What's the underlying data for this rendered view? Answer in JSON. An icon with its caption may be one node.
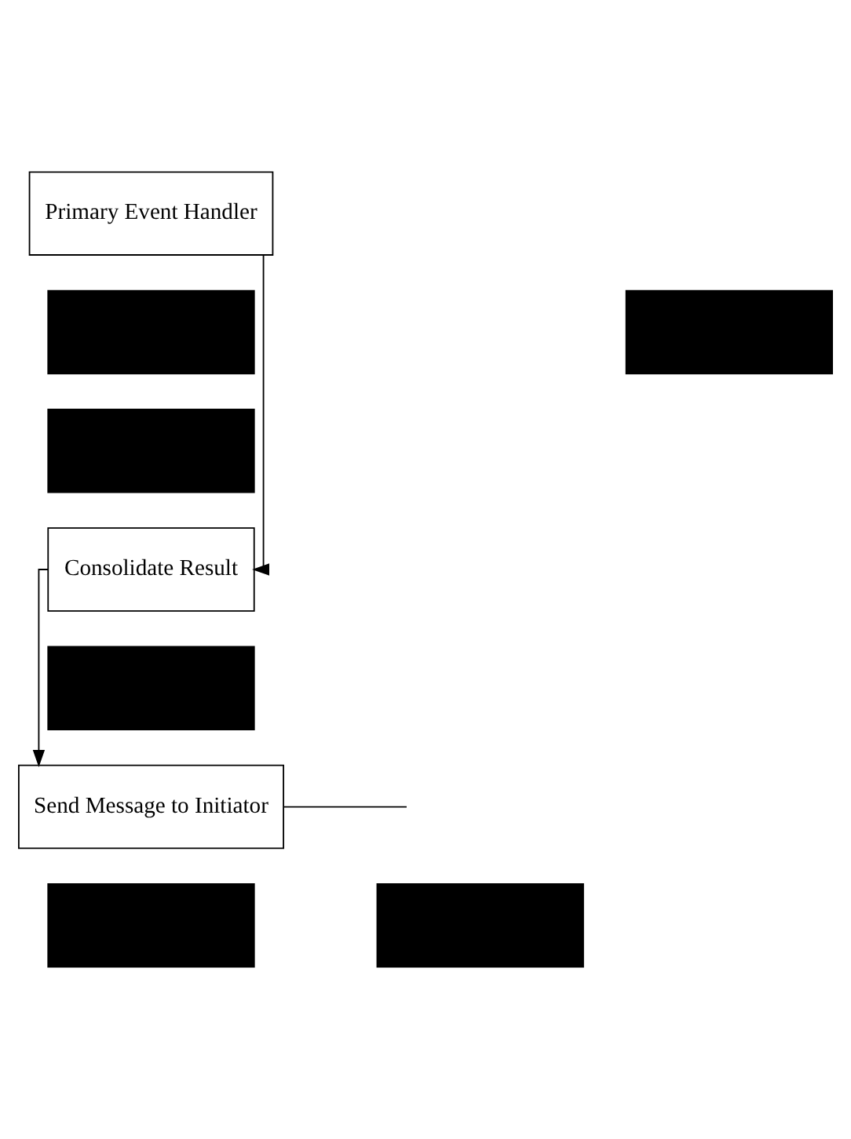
{
  "diagram": {
    "nodes": [
      {
        "text": [
          "Primary Event Handler"
        ]
      },
      {
        "text": [],
        "shape": "box"
      },
      {
        "text": [],
        "shape": "box"
      },
      {
        "text": [],
        "shape": "box"
      },
      {
        "text": [
          "Consolidate Result"
        ]
      },
      {
        "text": [],
        "shape": "box"
      },
      {
        "text": [
          "Send Message to Initiator"
        ]
      },
      {
        "text": [],
        "shape": "box"
      },
      {
        "text": [],
        "shape": "box"
      }
    ],
    "edges": [
      {
        "from": 0,
        "to": 4,
        "arrow": "to"
      },
      {
        "from": 4,
        "to": 6,
        "arrow": "to"
      },
      {
        "from": 6,
        "to": null,
        "arrow": "none"
      }
    ]
  }
}
